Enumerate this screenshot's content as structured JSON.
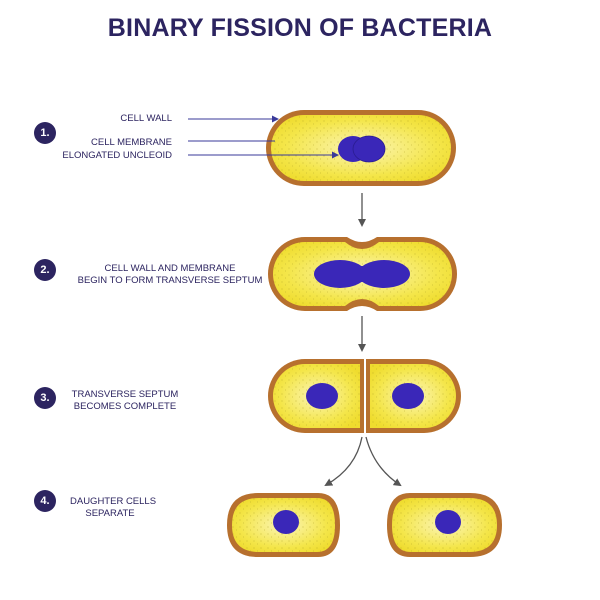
{
  "title": "BINARY FISSION OF BACTERIA",
  "steps": [
    {
      "number": "1.",
      "labels": [
        "CELL WALL",
        "CELL MEMBRANE",
        "ELONGATED UNCLEOID"
      ]
    },
    {
      "number": "2.",
      "caption": [
        "CELL WALL AND MEMBRANE",
        "BEGIN TO FORM TRANSVERSE SEPTUM"
      ]
    },
    {
      "number": "3.",
      "caption": [
        "TRANSVERSE SEPTUM",
        "BECOMES COMPLETE"
      ]
    },
    {
      "number": "4.",
      "caption": [
        "DAUGHTER CELLS",
        "SEPARATE"
      ]
    }
  ],
  "colors": {
    "title": "#2c2460",
    "cell_wall": "#b7702e",
    "cytoplasm": "#f2e43c",
    "cytoplasm_light": "#fbf5b8",
    "nucleoid": "#3a27b8",
    "arrow": "#555555",
    "pointer": "#3a3a9a"
  }
}
